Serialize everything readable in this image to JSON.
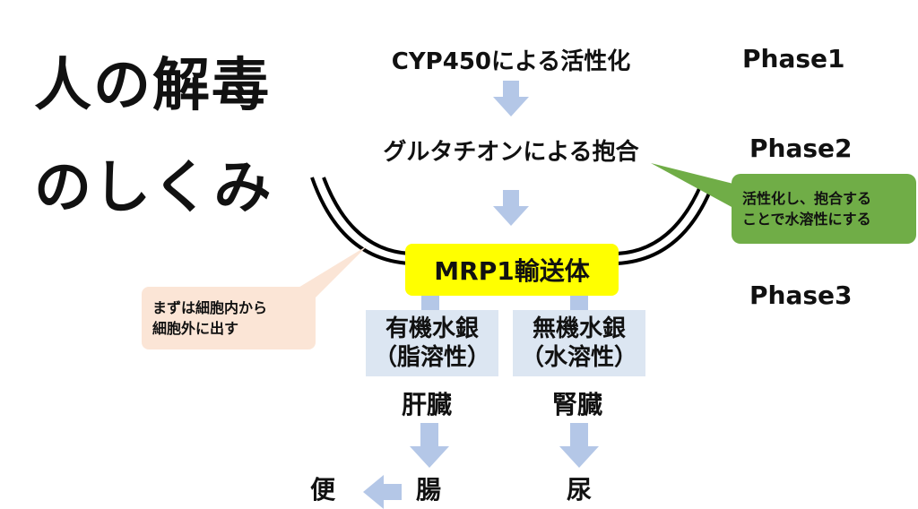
{
  "title": {
    "line1": "人の解毒",
    "line2": "のしくみ"
  },
  "steps": {
    "cyp": "CYP450による活性化",
    "glutathione": "グルタチオンによる抱合"
  },
  "phases": {
    "phase1": "Phase1",
    "phase2": "Phase2",
    "phase3": "Phase3"
  },
  "transporter": {
    "label": "MRP1輸送体"
  },
  "mercury": {
    "organic": {
      "line1": "有機水銀",
      "line2": "（脂溶性）"
    },
    "inorganic": {
      "line1": "無機水銀",
      "line2": "（水溶性）"
    }
  },
  "organs": {
    "liver": "肝臓",
    "kidney": "腎臓",
    "intestine": "腸",
    "feces": "便",
    "urine": "尿"
  },
  "callouts": {
    "green": {
      "line1": "活性化し、抱合する",
      "line2": "ことで水溶性にする",
      "color": "#70ad47"
    },
    "peach": {
      "line1": "まずは細胞内から",
      "line2": "細胞外に出す",
      "color": "#fbe5d6"
    }
  },
  "colors": {
    "arrow": "#b4c7e7",
    "transporter_bg": "#ffff00",
    "mercury_box_bg": "#dce6f2"
  }
}
